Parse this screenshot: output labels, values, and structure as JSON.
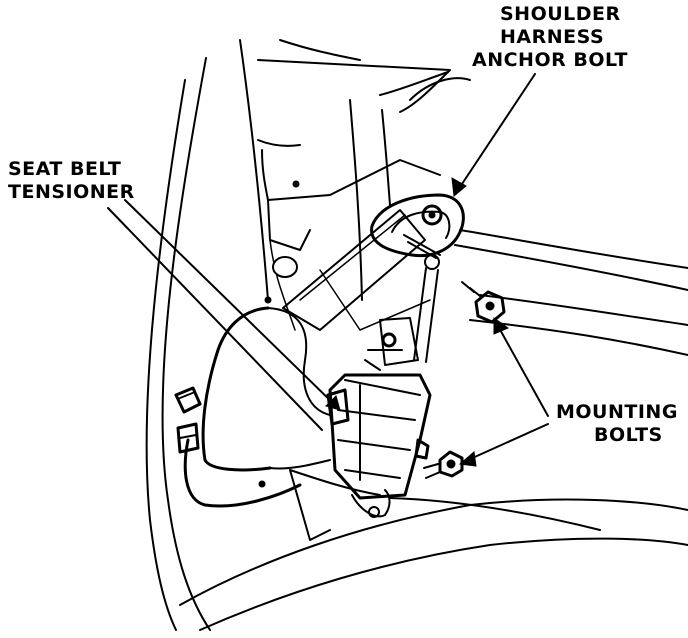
{
  "labels": {
    "shoulder_harness_anchor_bolt": [
      "SHOULDER",
      "HARNESS",
      "ANCHOR BOLT"
    ],
    "seat_belt_tensioner": [
      "SEAT BELT",
      "TENSIONER"
    ],
    "mounting_bolts": [
      "MOUNTING",
      "BOLTS"
    ]
  },
  "colors": {
    "line": "#000000",
    "background": "#ffffff"
  }
}
